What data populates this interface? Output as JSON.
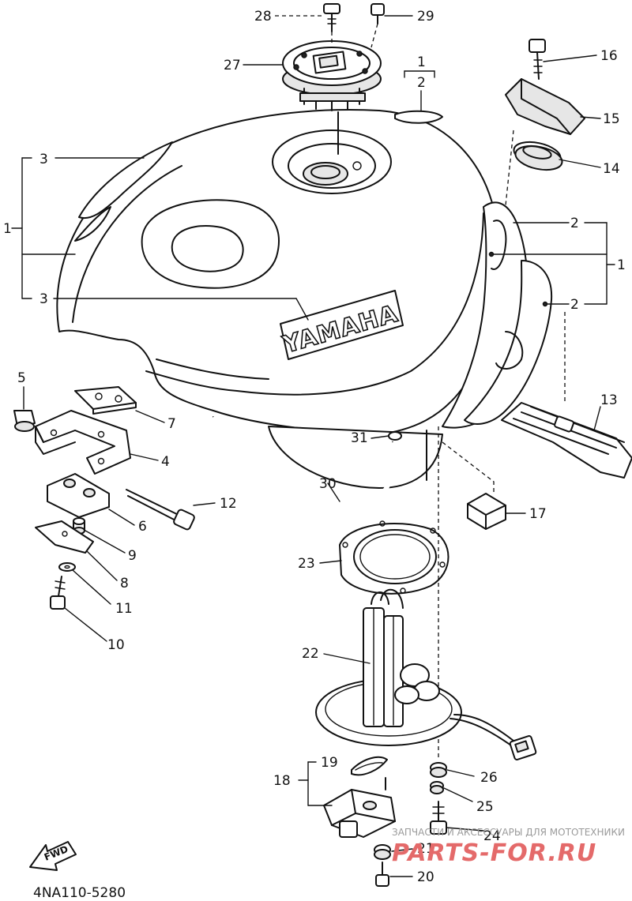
{
  "diagram": {
    "drawing_code": "4NA110-5280",
    "brand_mark": "YAMAHA",
    "fwd_label": "FWD",
    "callouts": [
      {
        "id": "c28",
        "label": "28"
      },
      {
        "id": "c29",
        "label": "29"
      },
      {
        "id": "c27",
        "label": "27"
      },
      {
        "id": "c1top",
        "label": "1"
      },
      {
        "id": "c2top",
        "label": "2"
      },
      {
        "id": "c16",
        "label": "16"
      },
      {
        "id": "c15",
        "label": "15"
      },
      {
        "id": "c14",
        "label": "14"
      },
      {
        "id": "c3a",
        "label": "3"
      },
      {
        "id": "c1left",
        "label": "1"
      },
      {
        "id": "c3b",
        "label": "3"
      },
      {
        "id": "c2a",
        "label": "2"
      },
      {
        "id": "c1right",
        "label": "1"
      },
      {
        "id": "c2b",
        "label": "2"
      },
      {
        "id": "c5",
        "label": "5"
      },
      {
        "id": "c7",
        "label": "7"
      },
      {
        "id": "c4",
        "label": "4"
      },
      {
        "id": "c13",
        "label": "13"
      },
      {
        "id": "c31",
        "label": "31"
      },
      {
        "id": "c12",
        "label": "12"
      },
      {
        "id": "c6",
        "label": "6"
      },
      {
        "id": "c30",
        "label": "30"
      },
      {
        "id": "c17",
        "label": "17"
      },
      {
        "id": "c9",
        "label": "9"
      },
      {
        "id": "c23",
        "label": "23"
      },
      {
        "id": "c8",
        "label": "8"
      },
      {
        "id": "c11",
        "label": "11"
      },
      {
        "id": "c10",
        "label": "10"
      },
      {
        "id": "c22",
        "label": "22"
      },
      {
        "id": "c19",
        "label": "19"
      },
      {
        "id": "c26",
        "label": "26"
      },
      {
        "id": "c18",
        "label": "18"
      },
      {
        "id": "c25",
        "label": "25"
      },
      {
        "id": "c24",
        "label": "24"
      },
      {
        "id": "c21",
        "label": "21"
      },
      {
        "id": "c20",
        "label": "20"
      }
    ]
  },
  "watermark": {
    "tagline": "ЗАПЧАСТИ И АКСЕССУАРЫ ДЛЯ МОТОТЕХНИКИ",
    "site": "PARTS-FOR.RU"
  }
}
